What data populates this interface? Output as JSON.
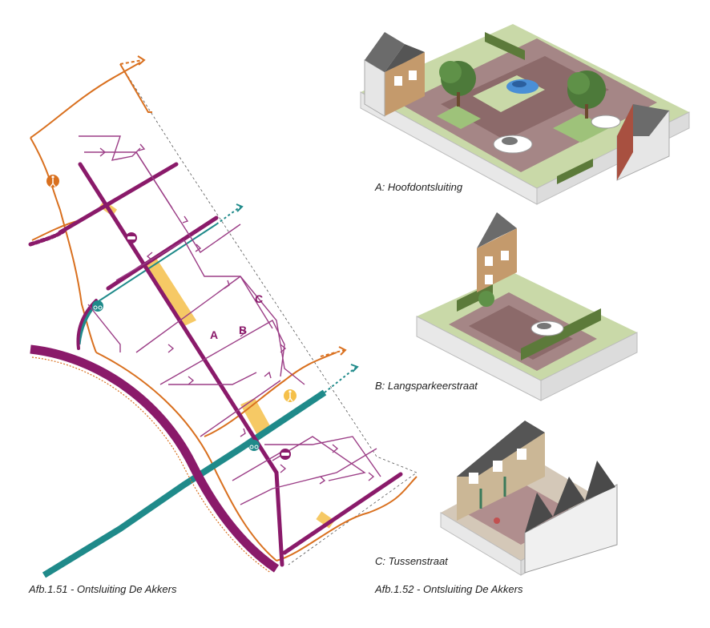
{
  "plan": {
    "label_a": "A",
    "label_b": "B",
    "label_c": "C",
    "icons": [
      "car-icon",
      "bicycle-icon",
      "pedestrian-icon"
    ],
    "colors": {
      "main_road": "#8a1a6a",
      "secondary_road": "#9b3d86",
      "footpath": "#d9701f",
      "cycle_path": "#1f8a8a",
      "crossing": "#f5c04a"
    }
  },
  "captions": {
    "fig151": "Afb.1.51 - Ontsluiting De Akkers",
    "fig152": "Afb.1.52 - Ontsluiting De Akkers",
    "scene_a": "A: Hoofdontsluiting",
    "scene_b": "B: Langsparkeerstraat",
    "scene_c": "C: Tussenstraat"
  }
}
